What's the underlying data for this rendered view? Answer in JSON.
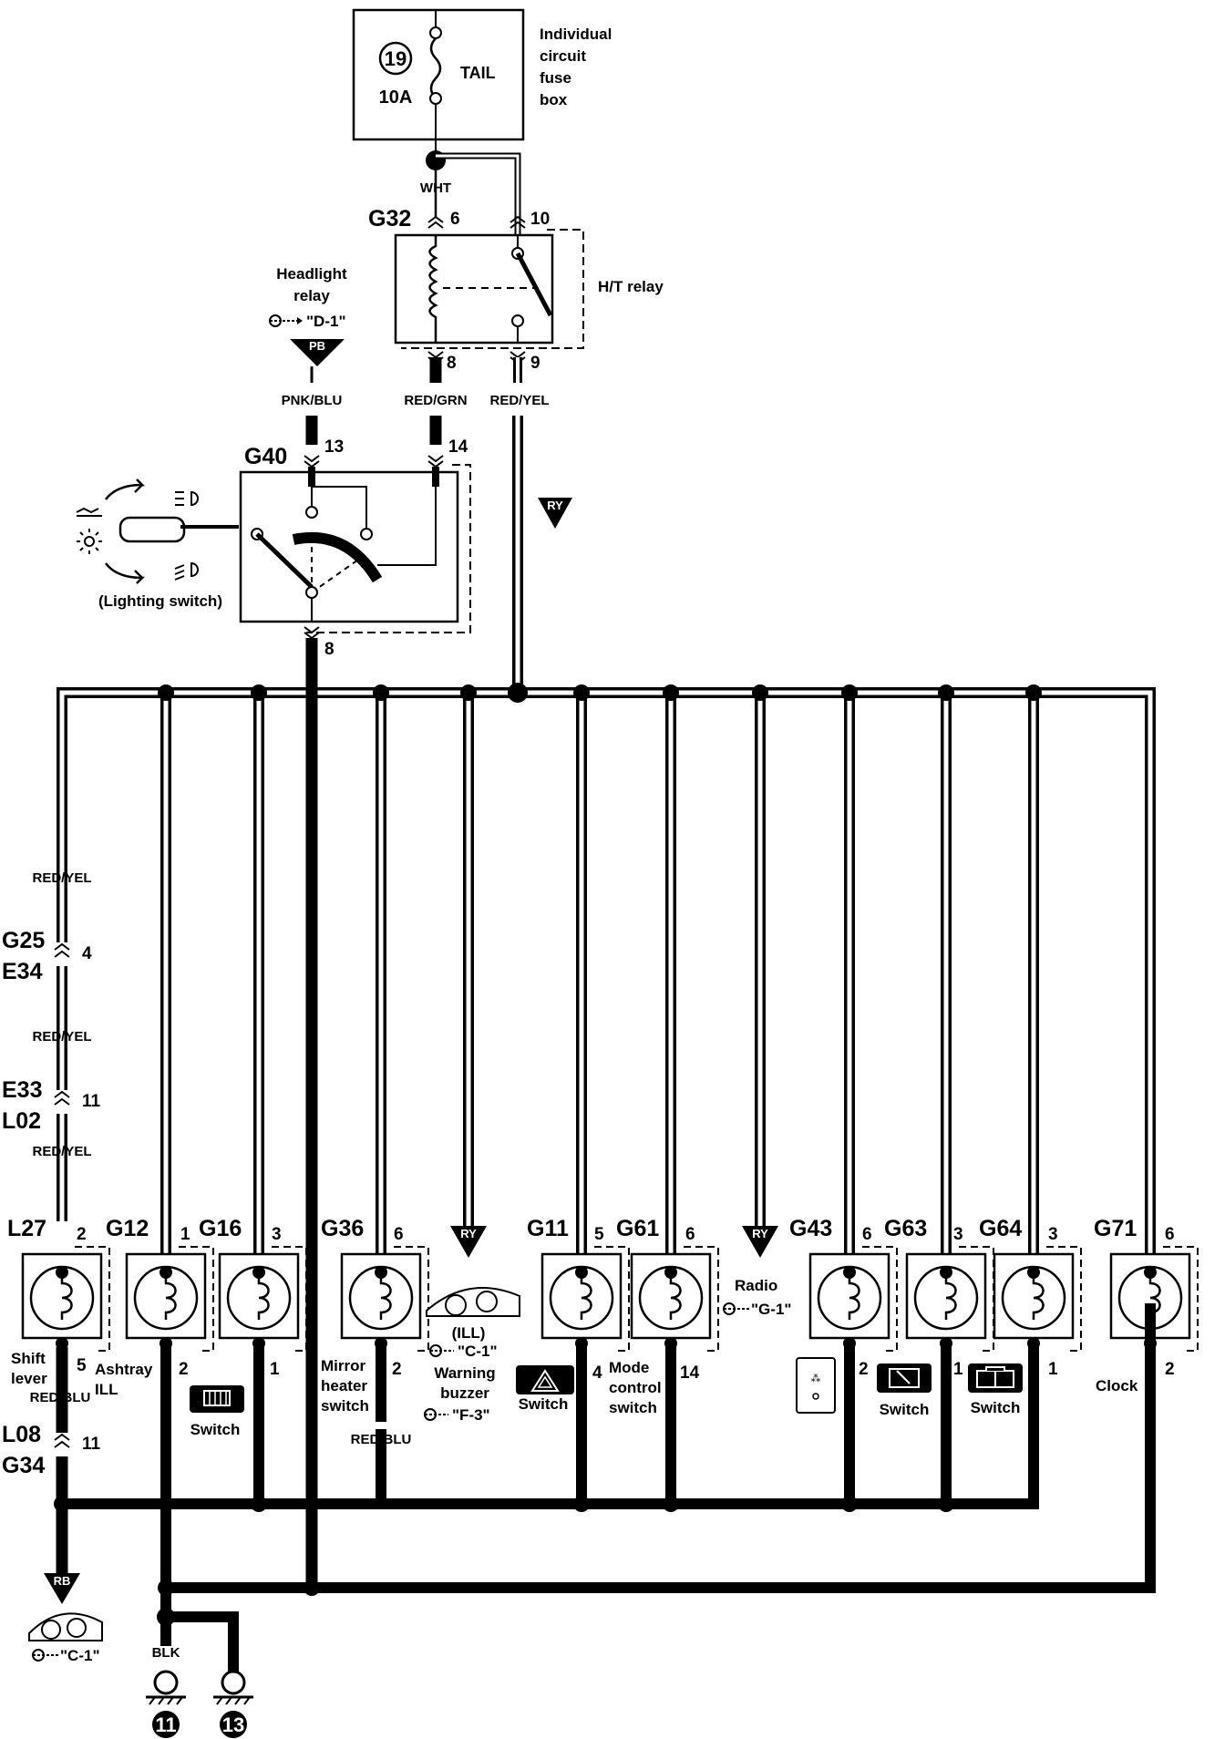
{
  "fuse_box": {
    "fuse_number": "19",
    "rating": "10A",
    "name": "TAIL",
    "label_lines": [
      "Individual",
      "circuit",
      "fuse",
      "box"
    ]
  },
  "top_wire_color": "WHT",
  "ht_relay": {
    "connector": "G32",
    "label": "H/T relay",
    "pins": {
      "coil_in": "6",
      "contact_in": "10",
      "coil_out": "8",
      "contact_out": "9"
    }
  },
  "headlight_relay": {
    "label_lines": [
      "Headlight",
      "relay"
    ],
    "ref": "\"D-1\"",
    "arrow_code": "PB",
    "wire_color": "PNK/BLU"
  },
  "wire_colors": {
    "relay_coil_out": "RED/GRN",
    "relay_contact_out": "RED/YEL",
    "left_bus_1": "RED/YEL",
    "left_bus_2": "RED/YEL",
    "left_bus_3": "RED/YEL",
    "shift_lever_out": "RED/BLU",
    "mirror_out": "RED/BLU",
    "ground": "BLK"
  },
  "lighting_switch": {
    "connector": "G40",
    "label": "(Lighting switch)",
    "pins": {
      "in1": "13",
      "in2": "14",
      "out": "8"
    }
  },
  "ry_arrow": "RY",
  "inline_connectors": [
    {
      "top": "G25",
      "bottom": "E34",
      "pin": "4"
    },
    {
      "top": "E33",
      "bottom": "L02",
      "pin": "11"
    },
    {
      "top": "L08",
      "bottom": "G34",
      "pin": "11"
    }
  ],
  "lamps": [
    {
      "conn": "L27",
      "pin_in": "2",
      "pin_out": "5",
      "label_lines": [
        "Shift",
        "lever"
      ]
    },
    {
      "conn": "G12",
      "pin_in": "1",
      "pin_out": "2",
      "label_lines": [
        "Ashtray",
        "ILL"
      ]
    },
    {
      "conn": "G16",
      "pin_in": "3",
      "pin_out": "1",
      "label_lines": [
        "Switch"
      ]
    },
    {
      "conn": "G36",
      "pin_in": "6",
      "pin_out": "2",
      "label_lines": [
        "Mirror",
        "heater",
        "switch"
      ]
    },
    {
      "conn": "G11",
      "pin_in": "5",
      "pin_out": "4",
      "label_lines": [
        "Switch"
      ]
    },
    {
      "conn": "G61",
      "pin_in": "6",
      "pin_out": "14",
      "label_lines": [
        "Mode",
        "control",
        "switch"
      ]
    },
    {
      "conn": "G43",
      "pin_in": "6",
      "pin_out": "2",
      "label_lines": []
    },
    {
      "conn": "G63",
      "pin_in": "3",
      "pin_out": "1",
      "label_lines": [
        "Switch"
      ]
    },
    {
      "conn": "G64",
      "pin_in": "3",
      "pin_out": "1",
      "label_lines": [
        "Switch"
      ]
    },
    {
      "conn": "G71",
      "pin_in": "6",
      "pin_out": "2",
      "label_lines": [
        "Clock"
      ]
    }
  ],
  "combination_meter": {
    "label": "(ILL)",
    "ref": "\"C-1\""
  },
  "warning_buzzer": {
    "label_lines": [
      "Warning",
      "buzzer"
    ],
    "ref": "\"F-3\""
  },
  "radio": {
    "label": "Radio",
    "ref": "\"G-1\""
  },
  "rb_meter": {
    "arrow_code": "RB",
    "ref": "\"C-1\""
  },
  "grounds": [
    "11",
    "13"
  ],
  "icons": {
    "hazard": "hazard-switch-icon",
    "rear_defogger": "rear-defogger-icon",
    "mirror_heater": "mirror-heater-icon",
    "window_r": "rear-window-icon",
    "window_f": "front-window-icon"
  }
}
